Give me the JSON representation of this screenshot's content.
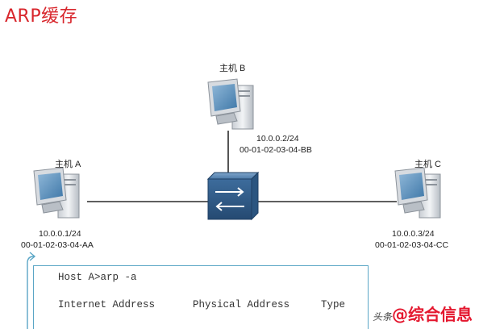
{
  "title": "ARP缓存",
  "hosts": {
    "a": {
      "name": "主机 A",
      "ip": "10.0.0.1/24",
      "mac": "00-01-02-03-04-AA"
    },
    "b": {
      "name": "主机 B",
      "ip": "10.0.0.2/24",
      "mac": "00-01-02-03-04-BB"
    },
    "c": {
      "name": "主机 C",
      "ip": "10.0.0.3/24",
      "mac": "00-01-02-03-04-CC"
    }
  },
  "terminal": {
    "command": "Host A>arp -a",
    "headers": [
      "Internet Address",
      "Physical Address",
      "Type"
    ]
  },
  "watermark": {
    "prefix": "头条",
    "main": "@综合信息"
  },
  "colors": {
    "title": "#d8262c",
    "link": "#2a2a2a",
    "switch": "#2f5f8f",
    "terminal_border": "#5aa6c6",
    "watermark": "#e4172e"
  }
}
